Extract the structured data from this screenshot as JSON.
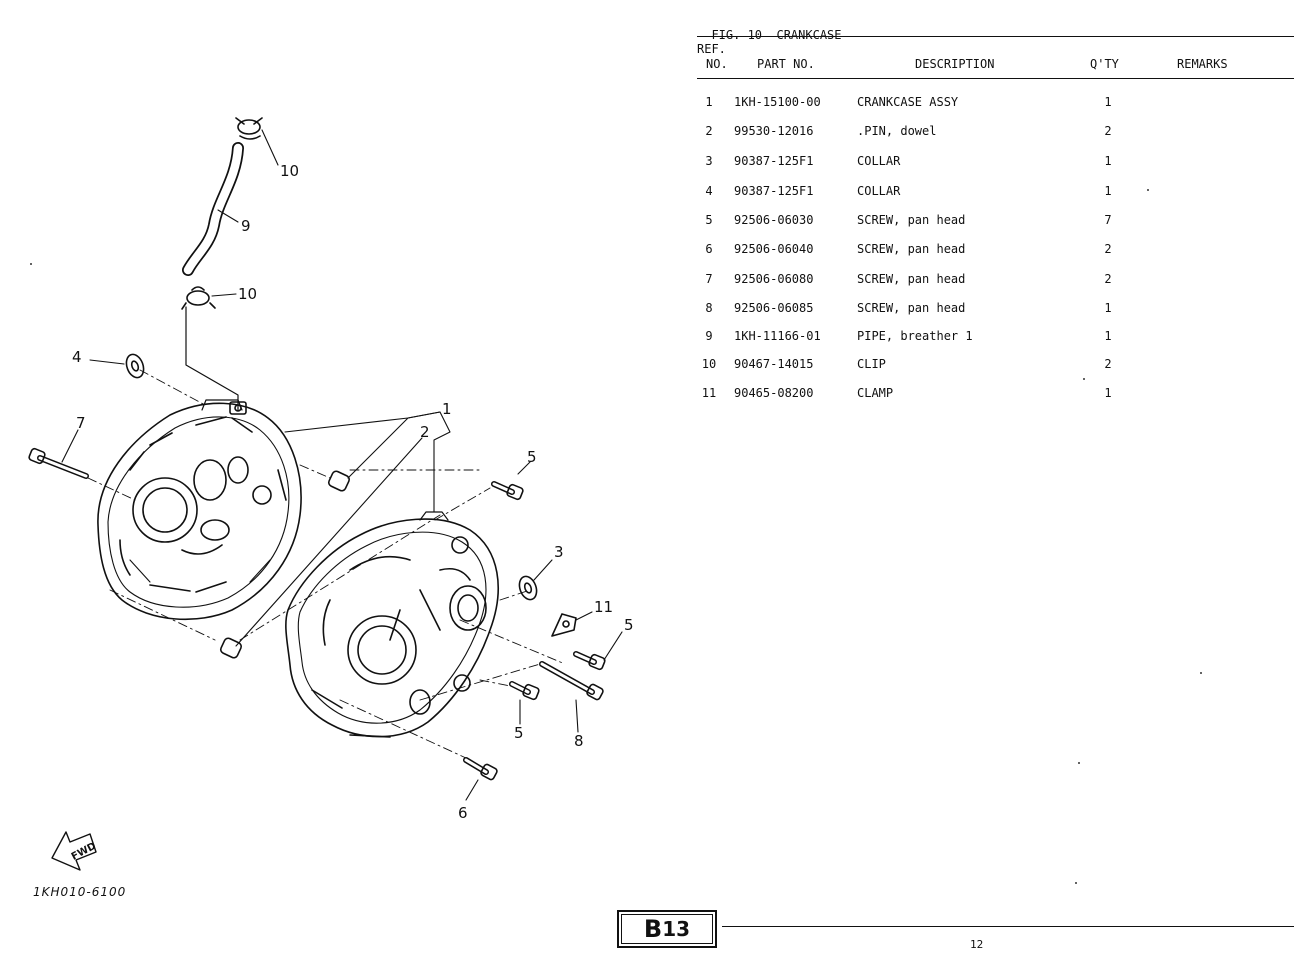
{
  "figure": {
    "label": "FIG. 10",
    "name": "CRANKCASE"
  },
  "table": {
    "headers": {
      "ref_line1": "REF.",
      "ref_line2": "NO.",
      "part_no": "PART NO.",
      "description": "DESCRIPTION",
      "qty": "Q'TY",
      "remarks": "REMARKS"
    },
    "rows": [
      {
        "ref": "1",
        "part": "1KH-15100-00",
        "desc": "CRANKCASE ASSY",
        "qty": "1"
      },
      {
        "ref": "2",
        "part": "99530-12016",
        "desc": ".PIN, dowel",
        "qty": "2"
      },
      {
        "ref": "3",
        "part": "90387-125F1",
        "desc": "COLLAR",
        "qty": "1"
      },
      {
        "ref": "4",
        "part": "90387-125F1",
        "desc": "COLLAR",
        "qty": "1"
      },
      {
        "ref": "5",
        "part": "92506-06030",
        "desc": "SCREW, pan head",
        "qty": "7"
      },
      {
        "ref": "6",
        "part": "92506-06040",
        "desc": "SCREW, pan head",
        "qty": "2"
      },
      {
        "ref": "7",
        "part": "92506-06080",
        "desc": "SCREW, pan head",
        "qty": "2"
      },
      {
        "ref": "8",
        "part": "92506-06085",
        "desc": "SCREW, pan head",
        "qty": "1"
      },
      {
        "ref": "9",
        "part": "1KH-11166-01",
        "desc": "PIPE, breather 1",
        "qty": "1"
      },
      {
        "ref": "10",
        "part": "90467-14015",
        "desc": "CLIP",
        "qty": "2"
      },
      {
        "ref": "11",
        "part": "90465-08200",
        "desc": "CLAMP",
        "qty": "1"
      }
    ]
  },
  "diagram": {
    "callouts": [
      "10",
      "9",
      "10",
      "4",
      "7",
      "1",
      "2",
      "5",
      "3",
      "11",
      "5",
      "5",
      "8",
      "6"
    ],
    "fwd_label": "FWD",
    "reference_code": "1KH010-6100"
  },
  "footer": {
    "badge_letter": "B",
    "badge_number": "13",
    "page_number": "12"
  }
}
